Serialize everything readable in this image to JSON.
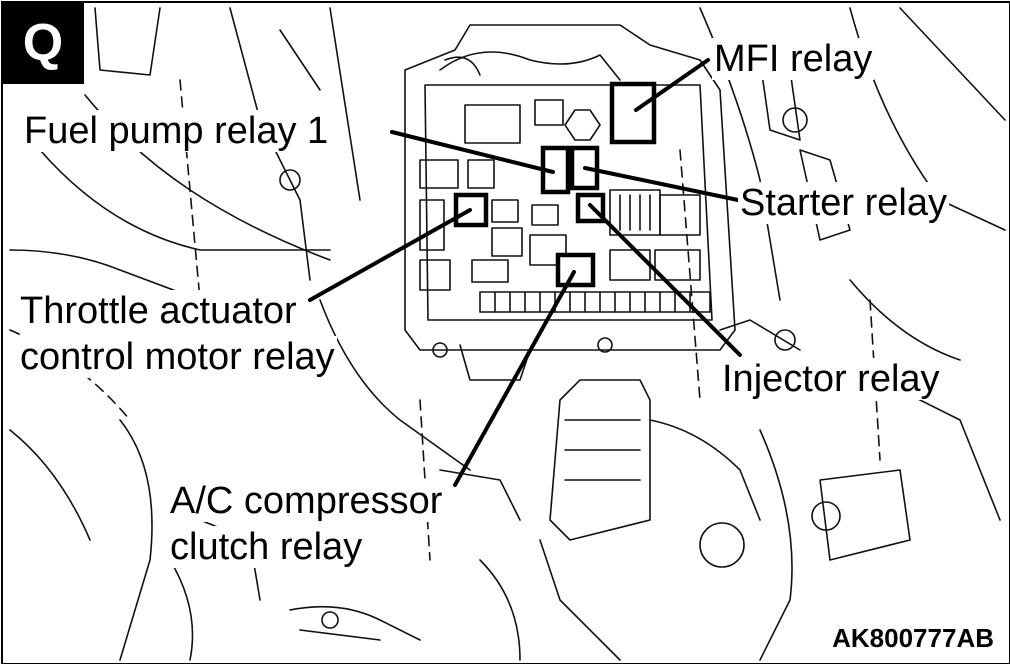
{
  "badge": "Q",
  "figure_code": "AK800777AB",
  "callouts": {
    "mfi_relay": "MFI relay",
    "fuel_pump_relay_1": "Fuel pump relay 1",
    "starter_relay": "Starter relay",
    "throttle_line1": "Throttle actuator",
    "throttle_line2": "control motor relay",
    "injector_relay": "Injector relay",
    "ac_line1": "A/C compressor",
    "ac_line2": "clutch relay"
  }
}
